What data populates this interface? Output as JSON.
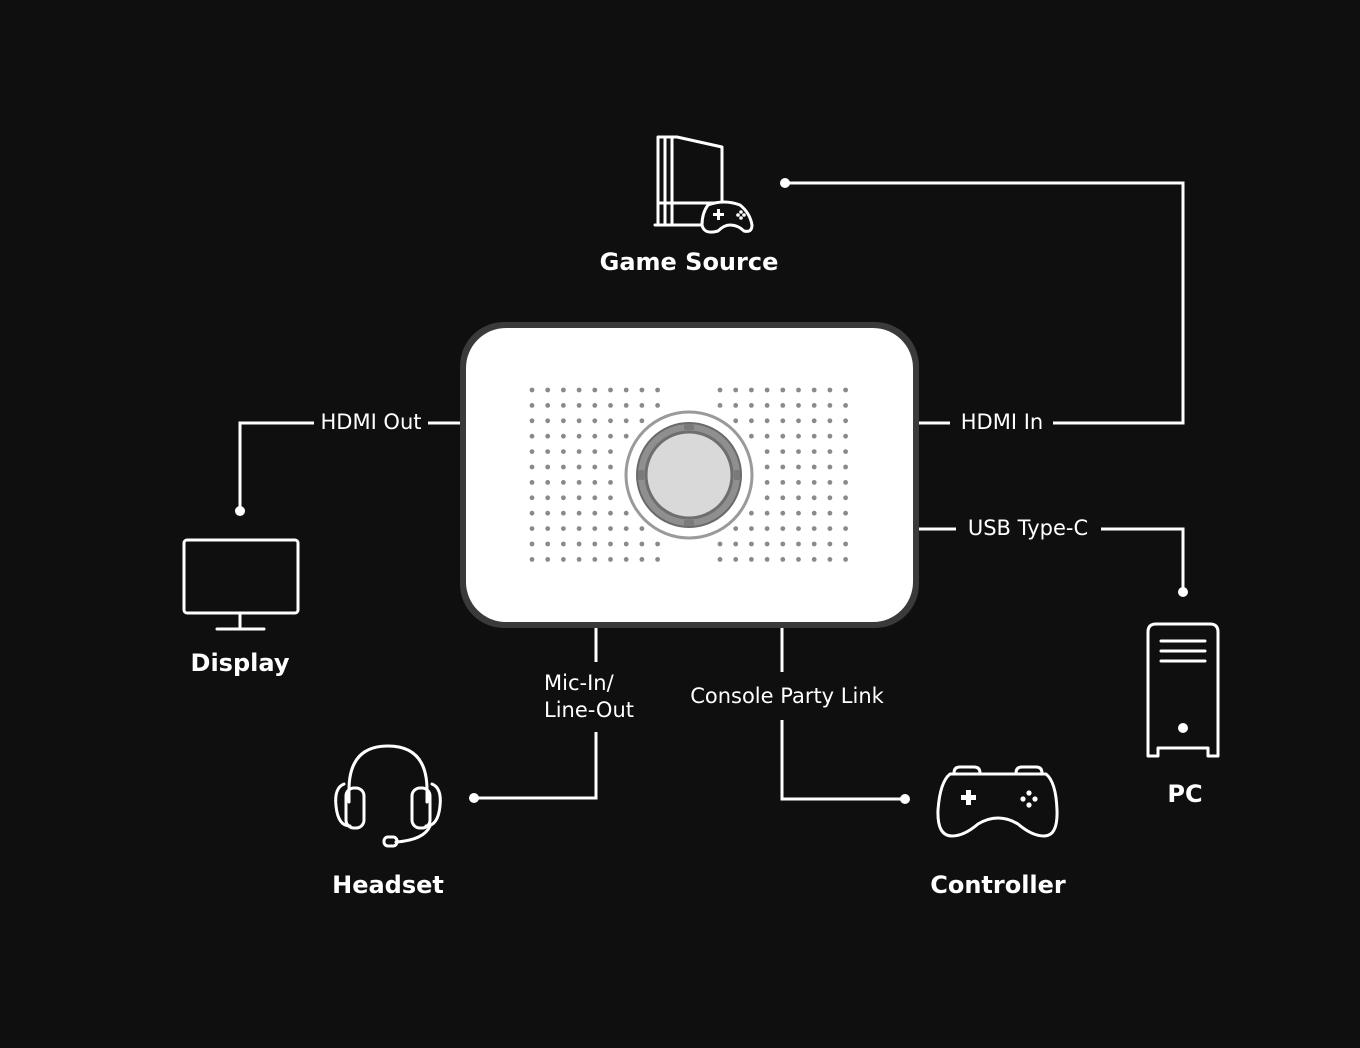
{
  "devices": {
    "game_source": "Game Source",
    "display": "Display",
    "pc": "PC",
    "headset": "Headset",
    "controller": "Controller"
  },
  "ports": {
    "hdmi_out": "HDMI Out",
    "hdmi_in": "HDMI In",
    "usb_c": "USB Type-C",
    "mic_line_1": "Mic-In/",
    "mic_line_2": "Line-Out",
    "party_link": "Console Party Link"
  },
  "colors": {
    "background": "#0f0f0f",
    "line": "#ffffff",
    "device_body": "#ffffff",
    "dial": "#bfbfbf"
  }
}
